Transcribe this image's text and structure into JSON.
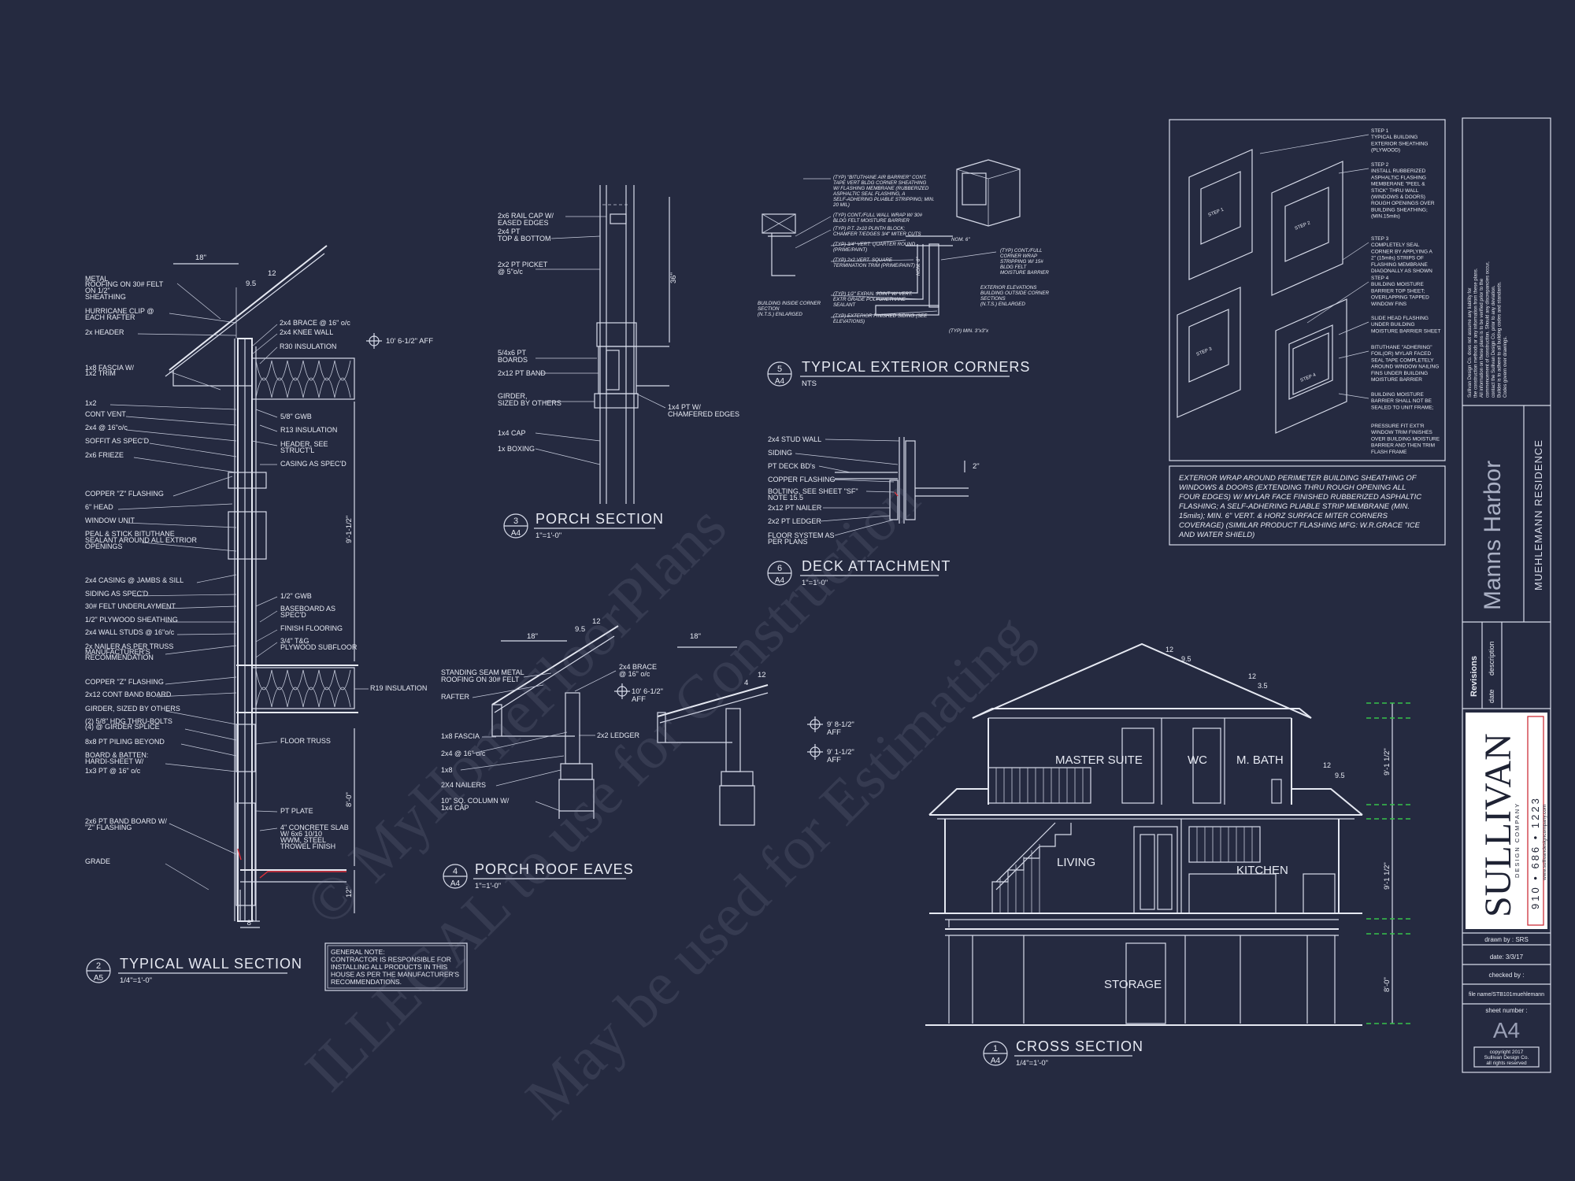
{
  "colors": {
    "background": "#252a40",
    "line": "#e6e9f2",
    "dimension_tick": "#37c24a",
    "flashing": "#e0303a"
  },
  "watermark": {
    "line1": "© MyHomeFloorPlans",
    "line2": "ILLEGAL to use for Construction",
    "line3": "May be used for Estimating"
  },
  "details": {
    "d2": {
      "num": "2",
      "sheet": "A5",
      "title": "TYPICAL WALL SECTION",
      "scale": "1/4\"=1'-0\""
    },
    "d3": {
      "num": "3",
      "sheet": "A4",
      "title": "PORCH SECTION",
      "scale": "1\"=1'-0\""
    },
    "d4": {
      "num": "4",
      "sheet": "A4",
      "title": "PORCH ROOF EAVES",
      "scale": "1\"=1'-0\""
    },
    "d5": {
      "num": "5",
      "sheet": "A4",
      "title": "TYPICAL EXTERIOR CORNERS",
      "scale": "NTS"
    },
    "d6": {
      "num": "6",
      "sheet": "A4",
      "title": "DECK ATTACHMENT",
      "scale": "1\"=1'-0\""
    },
    "d1": {
      "num": "1",
      "sheet": "A4",
      "title": "CROSS SECTION",
      "scale": "1/4\"=1'-0\""
    }
  },
  "wall_section": {
    "left_labels": [
      "METAL",
      "ROOFING ON 30# FELT",
      "ON 1/2\"",
      "SHEATHING",
      "HURRICANE CLIP @",
      "EACH RAFTER",
      "2x HEADER",
      "1x8 FASCIA W/",
      "1x2 TRIM",
      "1x2",
      "CONT VENT",
      "2x4 @ 16\"o/c",
      "SOFFIT AS SPEC'D",
      "2x6 FRIEZE",
      "COPPER \"Z\" FLASHING",
      "6\" HEAD",
      "WINDOW UNIT",
      "PEAL & STICK BITUTHANE",
      "SEALANT AROUND ALL EXTRIOR",
      "OPENINGS",
      "2x4 CASING @ JAMBS & SILL",
      "SIDING AS SPEC'D",
      "30# FELT UNDERLAYMENT",
      "1/2\" PLYWOOD SHEATHING",
      "2x4 WALL STUDS @ 16\"o/c",
      "2x NAILER AS PER TRUSS",
      "MANUFACTURER'S",
      "RECOMMENDATION",
      "COPPER \"Z\" FLASHING",
      "2x12 CONT BAND BOARD",
      "GIRDER, SIZED BY OTHERS",
      "(2) 5/8\" HDG THRU-BOLTS",
      "(4) @ GIRDER SPLICE",
      "8x8 PT PILING BEYOND",
      "BOARD & BATTEN:",
      "HARDI-SHEET W/",
      "1x3 PT @ 16\" o/c",
      "2x6 PT BAND BOARD W/",
      "\"Z\" FLASHING",
      "GRADE"
    ],
    "right_labels": [
      "2x4 BRACE @ 16\" o/c",
      "2x4 KNEE WALL",
      "R30 INSULATION",
      "5/8\" GWB",
      "R13 INSULATION",
      "HEADER, SEE",
      "STRUCT'L",
      "CASING AS SPEC'D",
      "1/2\" GWB",
      "BASEBOARD AS",
      "SPEC'D",
      "FINISH FLOORING",
      "3/4\" T&G",
      "PLYWOOD SUBFLOOR",
      "R19 INSULATION",
      "FLOOR TRUSS",
      "PT PLATE",
      "4\" CONCRETE SLAB",
      "W/ 6x6 10/10",
      "WWM, STEEL",
      "TROWEL FINISH"
    ],
    "dims": {
      "top": "18\"",
      "pitch": "12",
      "pitch2": "9.5",
      "aff": "10' 6-1/2\" AFF",
      "wall": "9'-1-1/2\"",
      "base": "8'-0\"",
      "slab": "12\"",
      "bottom": "8\""
    }
  },
  "porch_section": {
    "labels": [
      "2x6 RAIL CAP W/",
      "EASED EDGES",
      "2x4 PT",
      "TOP & BOTTOM",
      "2x2 PT PICKET",
      "@ 5\"o/c",
      "5/4x6 PT",
      "BOARDS",
      "2x12 PT BAND",
      "GIRDER,",
      "SIZED BY OTHERS",
      "1x4 CAP",
      "1x BOXING",
      "1x4 PT W/",
      "CHAMFERED EDGES"
    ],
    "dim": "36\""
  },
  "porch_roof": {
    "labels": [
      "STANDING SEAM METAL",
      "ROOFING ON 30# FELT",
      "RAFTER",
      "1x8 FASCIA",
      "1x8",
      "2x4 @ 16\" o/c",
      "2X4 NAILERS",
      "10\" SQ. COLUMN W/",
      "1x4 CAP",
      "2x4 BRACE",
      "@ 16\" o/c",
      "2x2 LEDGER"
    ],
    "dims": {
      "w1": "18\"",
      "w2": "18\"",
      "p1": "12",
      "p1b": "9.5",
      "p2": "12",
      "p2b": "4",
      "aff1": "10' 6-1/2\"",
      "aff1b": "AFF",
      "aff2": "9' 8-1/2\"",
      "aff2b": "AFF",
      "aff3": "9' 1-1/2\"",
      "aff3b": "AFF"
    }
  },
  "corners": {
    "labels": [
      "(TYP) \"BITUTHANE AIR BARRIER\" CONT.",
      "TAPE VERT BLDG CORNER SHEATHING",
      "W/ FLASHING MEMBRANE (RUBBERIZED",
      "ASPHALTIC SEAL FLASHING, A",
      "SELF-ADHERING PLIABLE STRIPPING; MIN.",
      "20 MIL)",
      "(TYP) CONT./FULL WALL WRAP W/ 30#",
      "BLDG FELT MOISTURE BARRIER",
      "(TYP) P.T. 2x10 PLINTH BLOCK;",
      "CHAMFER T/EDGES 3/4\" MITER CUTS",
      "(TYP) 3/4\" VERT. QUARTER ROUND",
      "(PRIME/PAINT)",
      "(TYP) 2x2 VERT. SQUARE",
      "TERMINATION TRIM (PRIME/PAINT)",
      "(TYP) 1/2\" EXPAN. JOINT W/ VERT.",
      "EXTR GRADE POLYURETHANE",
      "SEALANT",
      "(TYP) EXTERIOR FINISHED SIDING (SEE",
      "ELEVATIONS)",
      "BUILDING INSIDE CORNER",
      "SECTION",
      "(N.T.S.) ENLARGED",
      "NOM. 6\"",
      "NOM. 6\"",
      "(TYP) CONT./FULL",
      "CORNER WRAP",
      "STRIPPING W/ 15#",
      "BLDG FELT",
      "MOISTURE BARRIER",
      "EXTERIOR ELEVATIONS",
      "BUILDING OUTSIDE CORNER",
      "SECTIONS",
      "(N.T.S.) ENLARGED",
      "(TYP) MIN. 3\"x3\"x"
    ]
  },
  "deck": {
    "labels": [
      "2x4 STUD WALL",
      "SIDING",
      "PT DECK BD's",
      "COPPER FLASHING",
      "BOLTING, SEE SHEET \"SF\"",
      "NOTE 15.5",
      "2x12 PT NAILER",
      "2x2 PT LEDGER",
      "FLOOR SYSTEM AS",
      "PER PLANS"
    ],
    "dim": "2\""
  },
  "flashing_steps": {
    "steps": [
      [
        "STEP 1",
        "TYPICAL BUILDING",
        "EXTERIOR SHEATHING",
        "(PLYWOOD)"
      ],
      [
        "STEP 2",
        "INSTALL RUBBERIZED",
        "ASPHALTIC FLASHING",
        "MEMBERANE \"PEEL &",
        "STICK\" THRU WALL",
        "(WINDOWS & DOORS)",
        "ROUGH OPENINGS  OVER",
        "BUILDING SHEATHING;",
        "(MIN.15mils)"
      ],
      [
        "STEP 3",
        "COMPLETELY SEAL",
        "CORNER BY APPLYING A",
        "2\" (15mils) STRIPS OF",
        "FLASHING MEMBRANE",
        "DIAGONALLY AS SHOWN"
      ],
      [
        "STEP 4",
        "BUILDING MOISTURE",
        "BARRIER TOP SHEET;",
        "OVERLAPPING TAPPED",
        "WINDOW FINS"
      ],
      [
        "SLIDE HEAD FLASHING",
        "UNDER BUILDING",
        "MOISTURE BARRIER SHEET"
      ],
      [
        "BITUTHANE \"ADHERING\"",
        "FOIL(OR) MYLAR FACED",
        "SEAL TAPE COMPLETELY",
        "AROUND WINDOW NAILING",
        "FINS UNDER BUILDING",
        "MOISTURE BARRIER"
      ],
      [
        "BUILDING MOISTURE",
        "BARRIER SHALL NOT BE",
        "SEALED TO UNIT FRAME;"
      ],
      [
        "PRESSURE FIT EXT'R",
        "WINDOW TRIM FINISHES",
        "OVER BUILDING MOISTURE",
        "BARRIER AND THEN TRIM",
        "FLASH FRAME"
      ]
    ],
    "panel_labels": [
      "STEP 1",
      "STEP 2",
      "STEP 3",
      "STEP 4"
    ],
    "note": [
      "EXTERIOR WRAP AROUND PERIMETER BUILDING SHEATHING OF",
      "WINDOWS & DOORS (EXTENDING THRU ROUGH OPENING ALL",
      "FOUR EDGES) W/ MYLAR FACE FINISHED RUBBERIZED ASPHALTIC",
      "FLASHING; A SELF-ADHERING PLIABLE STRIP MEMBRANE (MIN.",
      "15mils); MIN. 6\" VERT. & HORZ SURFACE MITER CORNERS",
      "COVERAGE) (SIMILAR PRODUCT FLASHING MFG: W.R.GRACE \"ICE",
      "AND WATER SHIELD)"
    ]
  },
  "cross_section": {
    "rooms": [
      "MASTER SUITE",
      "WC",
      "M. BATH",
      "LIVING",
      "KITCHEN",
      "STORAGE"
    ],
    "pitches": [
      "12",
      "9.5",
      "12",
      "3.5",
      "12",
      "9.5"
    ],
    "dims": [
      "9'-1 1/2\"",
      "9'-1 1/2\"",
      "8'-0\""
    ]
  },
  "general_note": [
    "GENERAL NOTE:",
    "CONTRACTOR IS RESPONSIBLE FOR",
    "INSTALLING ALL PRODUCTS IN THIS",
    "HOUSE AS PER THE MANUFACTURER'S",
    "RECOMMENDATIONS."
  ],
  "title_block": {
    "disclaimer": [
      "Sullivan Design Co. does not assume any liability for",
      "the construction methods or any information from these plans.",
      "All information on these plans is to be verified prior to the",
      "commencement of construction. Should any discrepancies occur,",
      "contact the Sullivan Design Co. prior to any deviation.",
      "Builder is to adhere to all building codes and standards.",
      "Codes govern over drawings."
    ],
    "project": "Manns Harbor",
    "client": "MUEHLEMANN RESIDENCE",
    "revisions": "Revisions",
    "date_col": "date",
    "desc_col": "description",
    "logo_main": "SULLIVAN",
    "logo_sub": "DESIGN COMPANY",
    "logo_phone": "910 • 686 • 1223",
    "logo_web": "www.sullivandesigncompany.com",
    "drawn_by": "drawn by : SRS",
    "date": "date: 3/3/17",
    "checked_by": "checked by :",
    "file_name": "file name/STB101muehlemann",
    "sheet_label": "sheet number :",
    "sheet_number": "A4",
    "copyright": [
      "copyright 2017",
      "Sullivan Design Co.",
      "all rights reserved"
    ]
  }
}
